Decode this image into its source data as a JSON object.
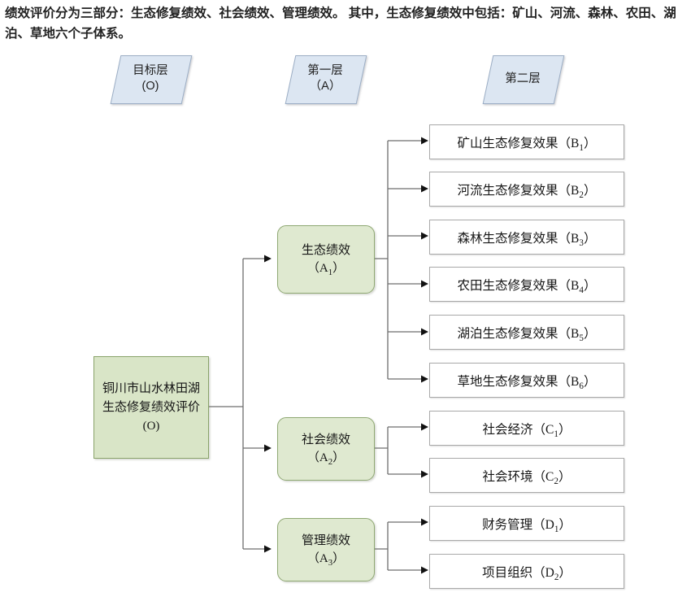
{
  "caption": "绩效评价分为三部分：生态修复绩效、社会绩效、管理绩效。 其中，生态修复绩效中包括：矿山、河流、森林、农田、湖泊、草地六个子体系。",
  "colors": {
    "header_fill": "#dce6f2",
    "header_stroke": "#9badc4",
    "goal_fill": "#d9e5c7",
    "goal_stroke": "#8aa36a",
    "criteria_fill": "#dfe9d0",
    "criteria_stroke": "#8fa873",
    "leaf_fill": "#ffffff",
    "leaf_stroke": "#a9a9a9",
    "connector": "#6e6e6e",
    "page_background": "#ffffff"
  },
  "headers": [
    {
      "line1": "目标层",
      "line2": "(O)"
    },
    {
      "line1": "第一层",
      "line2": "（A）"
    },
    {
      "line1": "第二层",
      "line2": ""
    }
  ],
  "goal": {
    "label": "铜川市山水林田湖生态修复绩效评价(O)"
  },
  "criteria": [
    {
      "line1": "生态绩效",
      "code": "A",
      "sub": "1"
    },
    {
      "line1": "社会绩效",
      "code": "A",
      "sub": "2"
    },
    {
      "line1": "管理绩效",
      "code": "A",
      "sub": "3"
    }
  ],
  "leaves": {
    "ecological": [
      {
        "name": "矿山生态修复效果",
        "code": "B",
        "sub": "1"
      },
      {
        "name": "河流生态修复效果",
        "code": "B",
        "sub": "2"
      },
      {
        "name": "森林生态修复效果",
        "code": "B",
        "sub": "3"
      },
      {
        "name": "农田生态修复效果",
        "code": "B",
        "sub": "4"
      },
      {
        "name": "湖泊生态修复效果",
        "code": "B",
        "sub": "5"
      },
      {
        "name": "草地生态修复效果",
        "code": "B",
        "sub": "6"
      }
    ],
    "social": [
      {
        "name": "社会经济",
        "code": "C",
        "sub": "1"
      },
      {
        "name": "社会环境",
        "code": "C",
        "sub": "2"
      }
    ],
    "management": [
      {
        "name": "财务管理",
        "code": "D",
        "sub": "1"
      },
      {
        "name": "项目组织",
        "code": "D",
        "sub": "2"
      }
    ]
  }
}
